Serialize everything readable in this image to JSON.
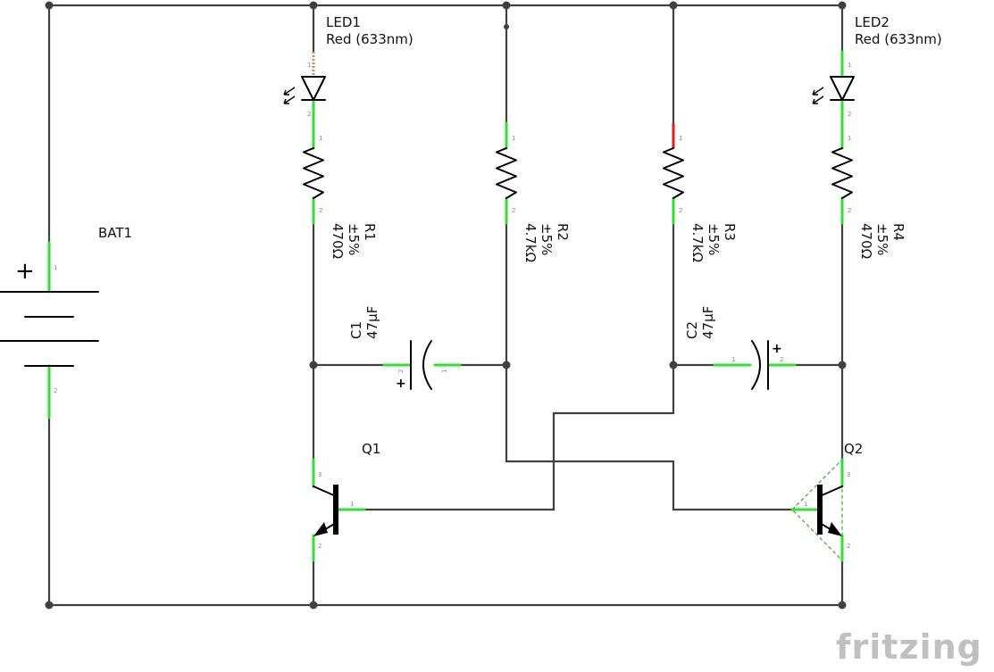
{
  "battery": {
    "name": "BAT1",
    "plus": "+",
    "pin1": "1",
    "pin2": "2"
  },
  "led1": {
    "name": "LED1",
    "color": "Red (633nm)",
    "pin1": "1",
    "pin2": "2"
  },
  "led2": {
    "name": "LED2",
    "color": "Red (633nm)",
    "pin1": "1",
    "pin2": "2"
  },
  "r1": {
    "name": "R1",
    "tol": "±5%",
    "value": "470Ω",
    "pin1": "1",
    "pin2": "2"
  },
  "r2": {
    "name": "R2",
    "tol": "±5%",
    "value": "4.7kΩ",
    "pin1": "1",
    "pin2": "2"
  },
  "r3": {
    "name": "R3",
    "tol": "±5%",
    "value": "4.7kΩ",
    "pin1": "1",
    "pin2": "2"
  },
  "r4": {
    "name": "R4",
    "tol": "±5%",
    "value": "470Ω",
    "pin1": "1",
    "pin2": "2"
  },
  "c1": {
    "name": "C1",
    "value": "47µF",
    "plus": "+",
    "pin1": "1",
    "pin2": "2"
  },
  "c2": {
    "name": "C2",
    "value": "47µF",
    "plus": "+",
    "pin1": "1",
    "pin2": "2"
  },
  "q1": {
    "name": "Q1",
    "pin1": "1",
    "pin2": "2",
    "pin3": "3"
  },
  "q2": {
    "name": "Q2",
    "pin1": "1",
    "pin2": "2",
    "pin3": "3"
  },
  "brand": "fritzing",
  "colors": {
    "wire": "#404040",
    "pin": "#33dd33",
    "pin_unconnected": "#dd2222",
    "brand": "#c0c0c0"
  }
}
